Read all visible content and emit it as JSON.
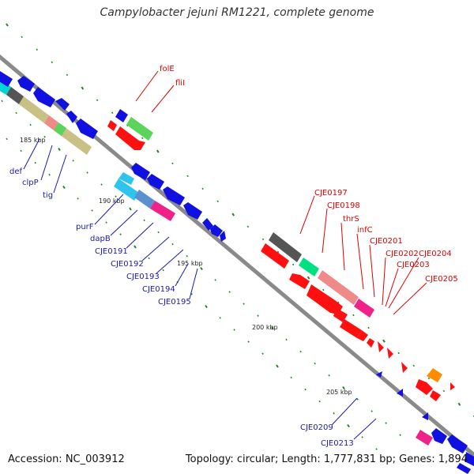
{
  "title": "Campylobacter jejuni RM1221, complete genome",
  "footer": {
    "accession": "Accession: NC_003912",
    "topology": "Topology: circular; Length: 1,777,831 bp; Genes: 1,894"
  },
  "colors": {
    "forward_label": "#dd0000",
    "reverse_label": "#1a1aa8",
    "tick": "#1a8a1a",
    "backbone": "#8a8a8a"
  },
  "kbp_labels": [
    "185 kbp",
    "190 kbp",
    "195 kbp",
    "200 kbp",
    "205 kbp"
  ],
  "forward_genes": [
    "folE",
    "fliI",
    "CJE0197",
    "CJE0198",
    "thrS",
    "infC",
    "CJE0201",
    "CJE0202",
    "CJE0203",
    "CJE0204",
    "CJE0205"
  ],
  "reverse_genes": [
    "def",
    "clpP",
    "tig",
    "purF",
    "dapB",
    "CJE0191",
    "CJE0192",
    "CJE0193",
    "CJE0194",
    "CJE0195",
    "CJE0209",
    "CJE0213"
  ]
}
